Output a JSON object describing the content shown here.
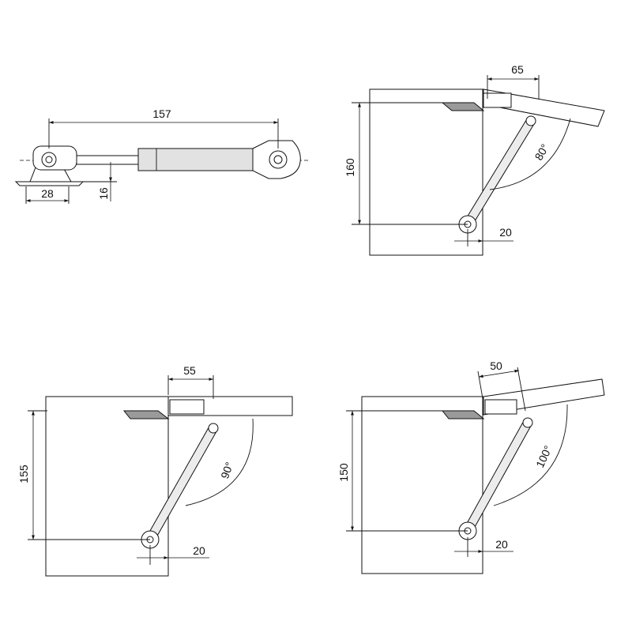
{
  "dimensions": {
    "spring_length": "157",
    "mount_width": "28",
    "mount_height": "16",
    "d80_offset": "65",
    "d80_height": "160",
    "d80_bottom": "20",
    "d80_angle": "80°",
    "d90_offset": "55",
    "d90_height": "155",
    "d90_bottom": "20",
    "d90_angle": "90°",
    "d100_offset": "50",
    "d100_height": "150",
    "d100_bottom": "20",
    "d100_angle": "100°"
  }
}
